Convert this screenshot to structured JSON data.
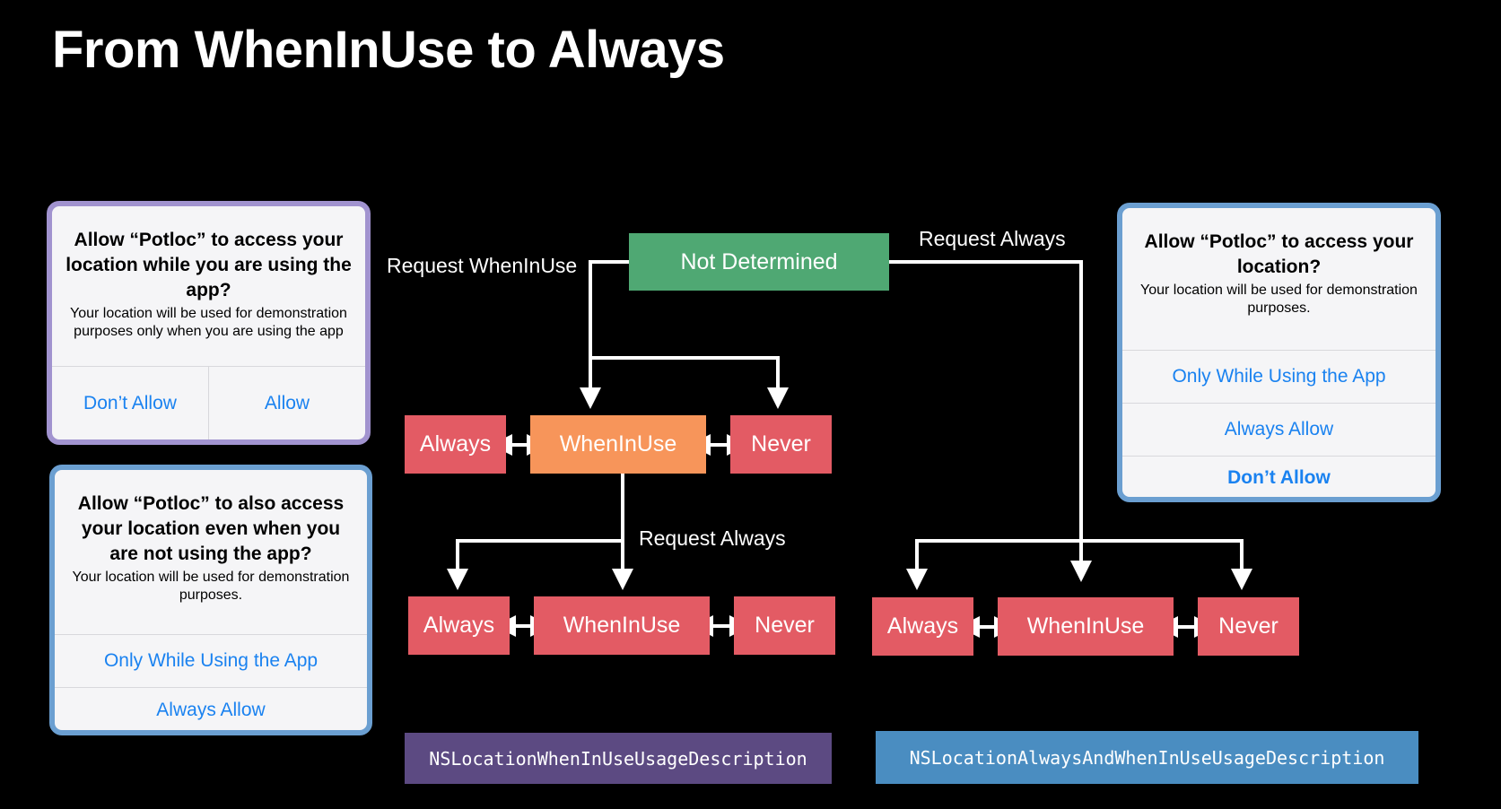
{
  "title": "From WhenInUse to Always",
  "colors": {
    "authorized": "#e35b64",
    "current": "#f7955a",
    "not_determined": "#4fa873",
    "when_in_use_key": "#5c4a82",
    "always_key": "#4a8dc1",
    "alert_button": "#1a82f0",
    "purple_frame": "#a193cf",
    "blue_frame": "#6b9fd1"
  },
  "diagram": {
    "root": "Not Determined",
    "edge_labels": {
      "request_when_in_use": "Request WhenInUse",
      "request_always_top": "Request Always",
      "request_always_mid": "Request Always"
    },
    "row1": [
      "Always",
      "WhenInUse",
      "Never"
    ],
    "row2": [
      "Always",
      "WhenInUse",
      "Never"
    ],
    "row3": [
      "Always",
      "WhenInUse",
      "Never"
    ],
    "plist_keys": {
      "when_in_use": "NSLocationWhenInUseUsageDescription",
      "always": "NSLocationAlwaysAndWhenInUseUsageDescription"
    }
  },
  "alerts": {
    "when_in_use": {
      "title": "Allow “Potloc” to access your location while you are using the app?",
      "message": "Your location will be used for demonstration purposes only when you are using the app",
      "buttons": [
        "Don’t Allow",
        "Allow"
      ]
    },
    "upgrade": {
      "title": "Allow “Potloc” to also access your location even when you are not using the app?",
      "message": "Your location will be used for demonstration purposes.",
      "buttons": [
        "Only While Using the App",
        "Always Allow"
      ]
    },
    "always": {
      "title": "Allow “Potloc” to access your location?",
      "message": "Your location will be used for demonstration purposes.",
      "buttons": [
        "Only While Using the App",
        "Always Allow",
        "Don’t Allow"
      ]
    }
  }
}
